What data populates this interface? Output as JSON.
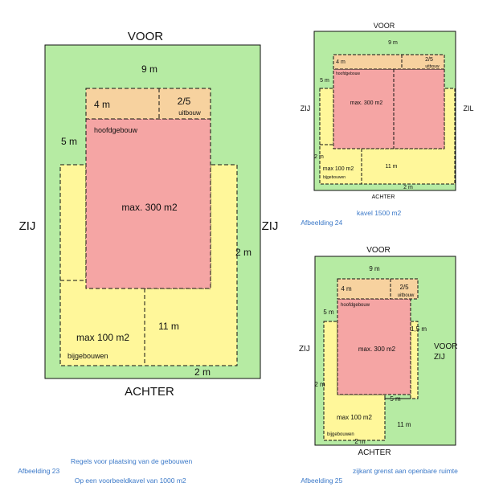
{
  "colors": {
    "plot": "#b6eba3",
    "annex_zone": "#fff79a",
    "main_building": "#f5a5a4",
    "extension": "#f7d29f",
    "caption": "#3a78c8"
  },
  "figure_23": {
    "top_label": "VOOR",
    "bottom_label": "ACHTER",
    "left_label": "ZIJ",
    "right_label": "ZIJ",
    "dim_9m": "9 m",
    "dim_4m": "4 m",
    "extension_ratio": "2/5",
    "extension_label": "uitbouw",
    "main_label": "hoofdgebouw",
    "dim_5m": "5 m",
    "main_area": "max. 300 m2",
    "dim_2m_side": "2 m",
    "dim_11m": "11 m",
    "annex_area": "max 100 m2",
    "annex_label": "bijgebouwen",
    "dim_2m_bottom": "2 m",
    "caption_number": "Afbeelding 23",
    "caption_line1": "Regels voor plaatsing van de gebouwen",
    "caption_line2": "Op een voorbeeldkavel van 1000 m2"
  },
  "figure_24": {
    "top_label": "VOOR",
    "bottom_label": "ACHTER",
    "left_label": "ZIJ",
    "right_label": "ZIL",
    "dim_9m": "9 m",
    "dim_4m": "4 m",
    "extension_ratio": "2/5",
    "extension_label": "uitbouw",
    "main_label": "hoofdgebouw",
    "dim_5m": "5 m",
    "main_area": "max. 300 m2",
    "dim_2m_left": "2 m",
    "dim_11m": "11 m",
    "annex_area": "max 100 m2",
    "annex_label": "bijgebouwen",
    "dim_2m_bottom": "2 m",
    "caption_number": "Afbeelding 24",
    "caption_text": "kavel 1500 m2"
  },
  "figure_25": {
    "top_label": "VOOR",
    "bottom_label": "ACHTER",
    "left_label": "ZIJ",
    "right_label_1": "VOOR",
    "right_label_2": "ZIJ",
    "dim_9m": "9 m",
    "dim_4m": "4 m",
    "extension_ratio": "2/5",
    "extension_label": "uitbouw",
    "main_label": "hoofdgebouw",
    "dim_5m_left": "5 m",
    "dim_15m": "1,5 m",
    "main_area": "max. 300 m2",
    "dim_2m_left": "2 m",
    "dim_5m_bottom": "5 m",
    "annex_area": "max 100 m2",
    "dim_11m": "11 m",
    "annex_label": "bijgebouwen",
    "dim_2m_bottom": "2 m",
    "caption_number": "Afbeelding 25",
    "caption_text": "zijkant grenst aan openbare ruimte"
  }
}
